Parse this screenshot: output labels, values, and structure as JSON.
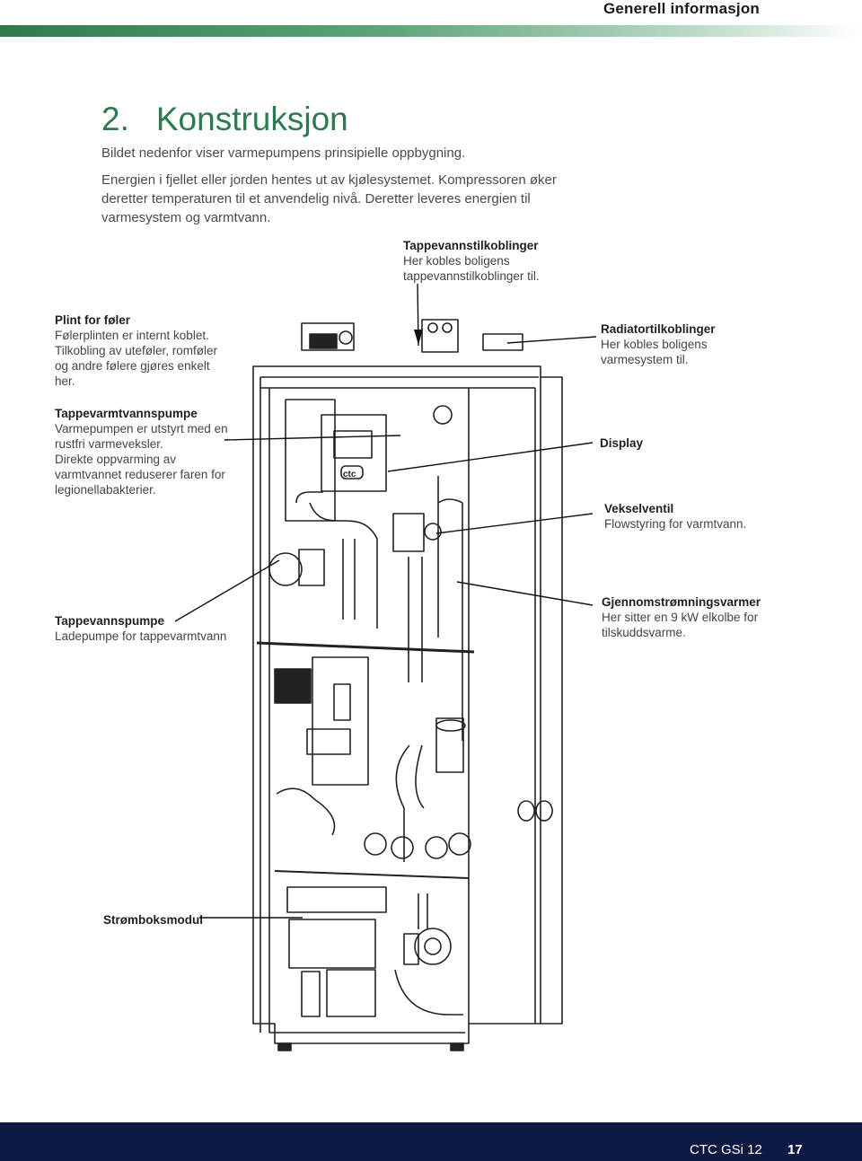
{
  "header": {
    "title": "Generell informasjon"
  },
  "section": {
    "number": "2.",
    "title": "Konstruksjon"
  },
  "intro": {
    "p1": "Bildet nedenfor viser varmepumpens prinsipielle oppbygning.",
    "p2_lines": [
      "Energien i fjellet eller jorden hentes ut av kjølesystemet. Kompressoren øker",
      "deretter temperaturen til et anvendelig nivå. Deretter leveres energien til",
      "varmesystem og varmtvann."
    ]
  },
  "labels": {
    "tappevannstilkoblinger": {
      "title": "Tappevannstilkoblinger",
      "lines": [
        "Her kobles boligens",
        "tappevannstilkoblinger til."
      ]
    },
    "plint": {
      "title": "Plint for føler",
      "lines": [
        "Følerplinten er internt koblet.",
        "Tilkobling av uteføler, romføler",
        "og andre følere gjøres enkelt",
        "her."
      ]
    },
    "radiator": {
      "title": "Radiatortilkoblinger",
      "lines": [
        "Her kobles boligens",
        "varmesystem til."
      ]
    },
    "tappevarmtvannspumpe": {
      "title": "Tappevarmtvannspumpe",
      "lines": [
        "Varmepumpen er utstyrt med en",
        "rustfri varmeveksler.",
        "Direkte oppvarming av",
        "varmtvannet reduserer faren for",
        "legionellabakterier."
      ]
    },
    "display": {
      "title": "Display"
    },
    "vekselventil": {
      "title": "Vekselventil",
      "lines": [
        "Flowstyring for varmtvann."
      ]
    },
    "tappevannspumpe": {
      "title": "Tappevannspumpe",
      "lines": [
        "Ladepumpe for tappevarmtvann"
      ]
    },
    "gjennomstromning": {
      "title": "Gjennomstrømningsvarmer",
      "lines": [
        "Her sitter en 9 kW elkolbe for",
        "tilskuddsvarme."
      ]
    },
    "stromboks": {
      "title": "Strømboksmodul"
    }
  },
  "display_logo": "ctc",
  "footer": {
    "product": "CTC GSi 12",
    "page": "17"
  },
  "colors": {
    "accent_green": "#2c7a4f",
    "footer_navy": "#0f1a44"
  }
}
